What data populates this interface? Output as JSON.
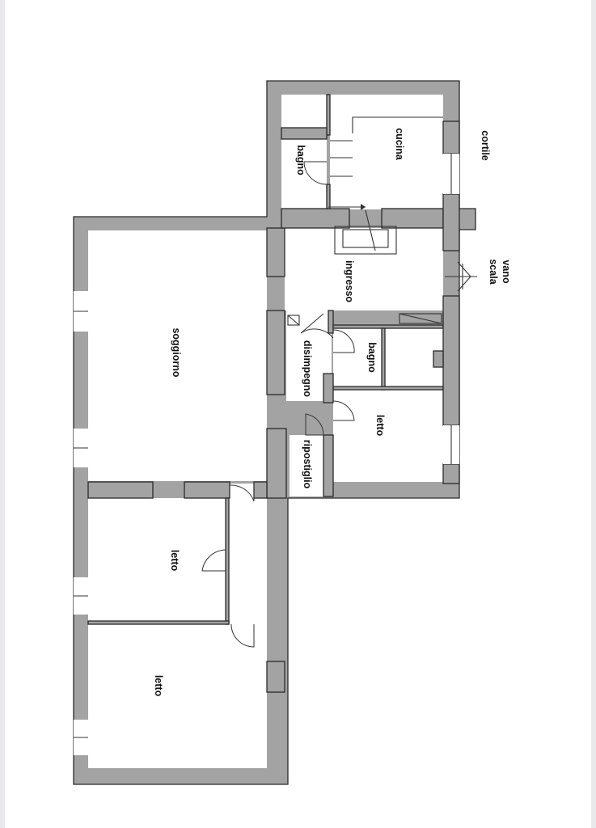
{
  "rooms": {
    "cucina": "cucina",
    "bagno_top": "bagno",
    "ingresso": "ingresso",
    "soggiorno": "soggiorno",
    "disimpegno": "disimpegno",
    "bagno_mid": "bagno",
    "letto_right": "letto",
    "ripostiglio": "ripostiglio",
    "letto_mid": "letto",
    "letto_bottom": "letto"
  },
  "outside": {
    "cortile": "cortile",
    "vano_scala_line1": "vano",
    "vano_scala_line2": "scala"
  }
}
